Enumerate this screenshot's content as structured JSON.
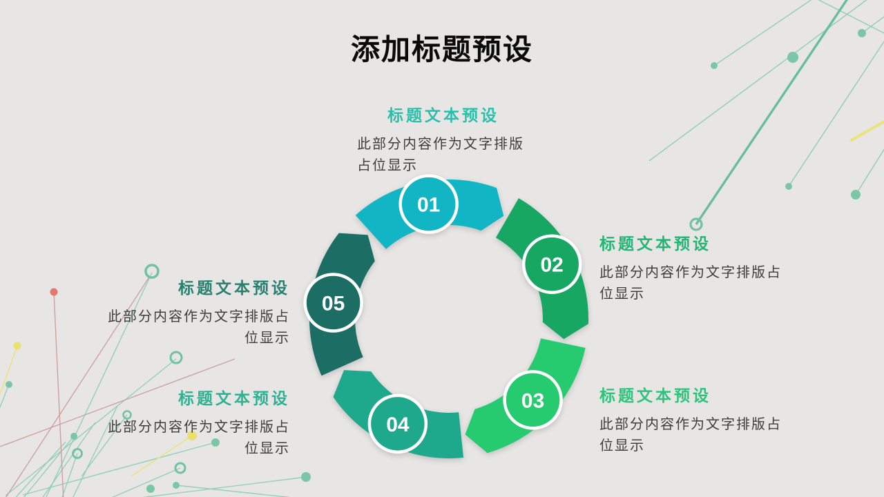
{
  "slide": {
    "title": "添加标题预设",
    "title_color": "#0A0A0A",
    "background_color": "#E7E6E4"
  },
  "body_text_color": "#3D3D3D",
  "wheel": {
    "number_text_color": "#FFFFFF",
    "circle_border_color": "#FFFFFF",
    "items": [
      {
        "number": "01",
        "segment_color": "#12B5C4",
        "label": "标题文本预设",
        "label_color": "#2BBFAB",
        "body_line1": "此部分内容作为文字排版",
        "body_line2": "占位显示"
      },
      {
        "number": "02",
        "segment_color": "#17A763",
        "label": "标题文本预设",
        "label_color": "#22B573",
        "body_line1": "此部分内容作为文字排版占",
        "body_line2": "位显示"
      },
      {
        "number": "03",
        "segment_color": "#25CB6E",
        "label": "标题文本预设",
        "label_color": "#2CC47B",
        "body_line1": "此部分内容作为文字排版占",
        "body_line2": "位显示"
      },
      {
        "number": "04",
        "segment_color": "#1EA88C",
        "label": "标题文本预设",
        "label_color": "#2EB193",
        "body_line1": "此部分内容作为文字排版占",
        "body_line2": "位显示"
      },
      {
        "number": "05",
        "segment_color": "#1C6E65",
        "label": "标题文本预设",
        "label_color": "#27806F",
        "body_line1": "此部分内容作为文字排版占",
        "body_line2": "位显示"
      }
    ]
  },
  "decor": {
    "green_line": "#93CFB8",
    "green_line_dark": "#69BD9C",
    "pink_line": "#CD9FA3",
    "yellow_line": "#EBE47E",
    "green_dot": "#7BC7A5",
    "yellow_dot": "#E9E06E",
    "red_dot": "#E2796C",
    "ring_green": "#71C2A0"
  }
}
